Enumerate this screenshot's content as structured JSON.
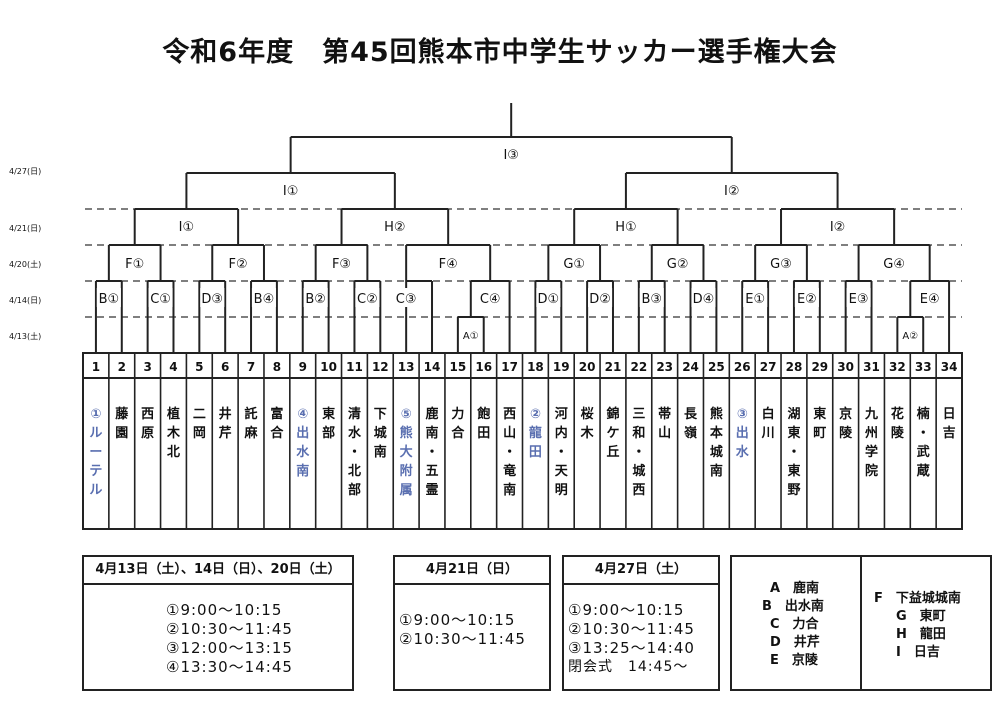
{
  "title": "令和6年度　第45回熊本市中学生サッカー選手権大会",
  "round_dates": [
    "4/27(日)",
    "4/21(日)",
    "4/20(土)",
    "4/14(日)",
    "4/13(土)"
  ],
  "teams": [
    {
      "no": "1",
      "name": "①ルーテル",
      "seed": true
    },
    {
      "no": "2",
      "name": "藤園",
      "seed": false
    },
    {
      "no": "3",
      "name": "西原",
      "seed": false
    },
    {
      "no": "4",
      "name": "植木北",
      "seed": false
    },
    {
      "no": "5",
      "name": "二岡",
      "seed": false
    },
    {
      "no": "6",
      "name": "井芹",
      "seed": false
    },
    {
      "no": "7",
      "name": "託麻",
      "seed": false
    },
    {
      "no": "8",
      "name": "富合",
      "seed": false
    },
    {
      "no": "9",
      "name": "④出水南",
      "seed": true
    },
    {
      "no": "10",
      "name": "東部",
      "seed": false
    },
    {
      "no": "11",
      "name": "清水・北部",
      "seed": false
    },
    {
      "no": "12",
      "name": "下城南",
      "seed": false
    },
    {
      "no": "13",
      "name": "⑤熊大附属",
      "seed": true
    },
    {
      "no": "14",
      "name": "鹿南・五霊",
      "seed": false
    },
    {
      "no": "15",
      "name": "力合",
      "seed": false
    },
    {
      "no": "16",
      "name": "飽田",
      "seed": false
    },
    {
      "no": "17",
      "name": "西山・竜南",
      "seed": false
    },
    {
      "no": "18",
      "name": "②龍田",
      "seed": true
    },
    {
      "no": "19",
      "name": "河内・天明",
      "seed": false
    },
    {
      "no": "20",
      "name": "桜木",
      "seed": false
    },
    {
      "no": "21",
      "name": "錦ケ丘",
      "seed": false
    },
    {
      "no": "22",
      "name": "三和・城西",
      "seed": false
    },
    {
      "no": "23",
      "name": "帯山",
      "seed": false
    },
    {
      "no": "24",
      "name": "長嶺",
      "seed": false
    },
    {
      "no": "25",
      "name": "熊本城南",
      "seed": false
    },
    {
      "no": "26",
      "name": "③出水",
      "seed": true
    },
    {
      "no": "27",
      "name": "白川",
      "seed": false
    },
    {
      "no": "28",
      "name": "湖東・東野",
      "seed": false
    },
    {
      "no": "29",
      "name": "東町",
      "seed": false
    },
    {
      "no": "30",
      "name": "京陵",
      "seed": false
    },
    {
      "no": "31",
      "name": "九州学院",
      "seed": false
    },
    {
      "no": "32",
      "name": "花陵",
      "seed": false
    },
    {
      "no": "33",
      "name": "楠・武蔵",
      "seed": false
    },
    {
      "no": "34",
      "name": "日吉",
      "seed": false
    }
  ],
  "matches": {
    "final": "I③",
    "semi": [
      "I①",
      "I②"
    ],
    "qf": [
      "I①",
      "H②",
      "H①",
      "I②"
    ],
    "r3": [
      "F①",
      "F②",
      "F③",
      "F④",
      "G①",
      "G②",
      "G③",
      "G④"
    ],
    "r2": [
      "B①",
      "C①",
      "D③",
      "B④",
      "B②",
      "C②",
      "C③",
      "C④",
      "D①",
      "D②",
      "B③",
      "D④",
      "E①",
      "E②",
      "E③",
      "E④"
    ],
    "r1": [
      "A①",
      "A②"
    ]
  },
  "schedule": [
    {
      "header": "4月13日（土）、14日（日）、20日（土）",
      "lines": [
        "①9:00〜10:15",
        "②10:30〜11:45",
        "③12:00〜13:15",
        "④13:30〜14:45"
      ]
    },
    {
      "header": "4月21日（日）",
      "lines": [
        "①9:00〜10:15",
        "②10:30〜11:45"
      ]
    },
    {
      "header": "4月27日（土）",
      "lines": [
        "①9:00〜10:15",
        "②10:30〜11:45",
        "③13:25〜14:40",
        "閉会式　14:45〜"
      ]
    }
  ],
  "venues_left": [
    "A　鹿南",
    "B　出水南",
    "C　力合",
    "D　井芹",
    "E　京陵"
  ],
  "venues_right": [
    "F　下益城城南",
    "G　東町",
    "H　龍田",
    "I　日吉"
  ],
  "colors": {
    "line": "#222222",
    "seed": "#5a6fb0",
    "dash": "#333333"
  }
}
